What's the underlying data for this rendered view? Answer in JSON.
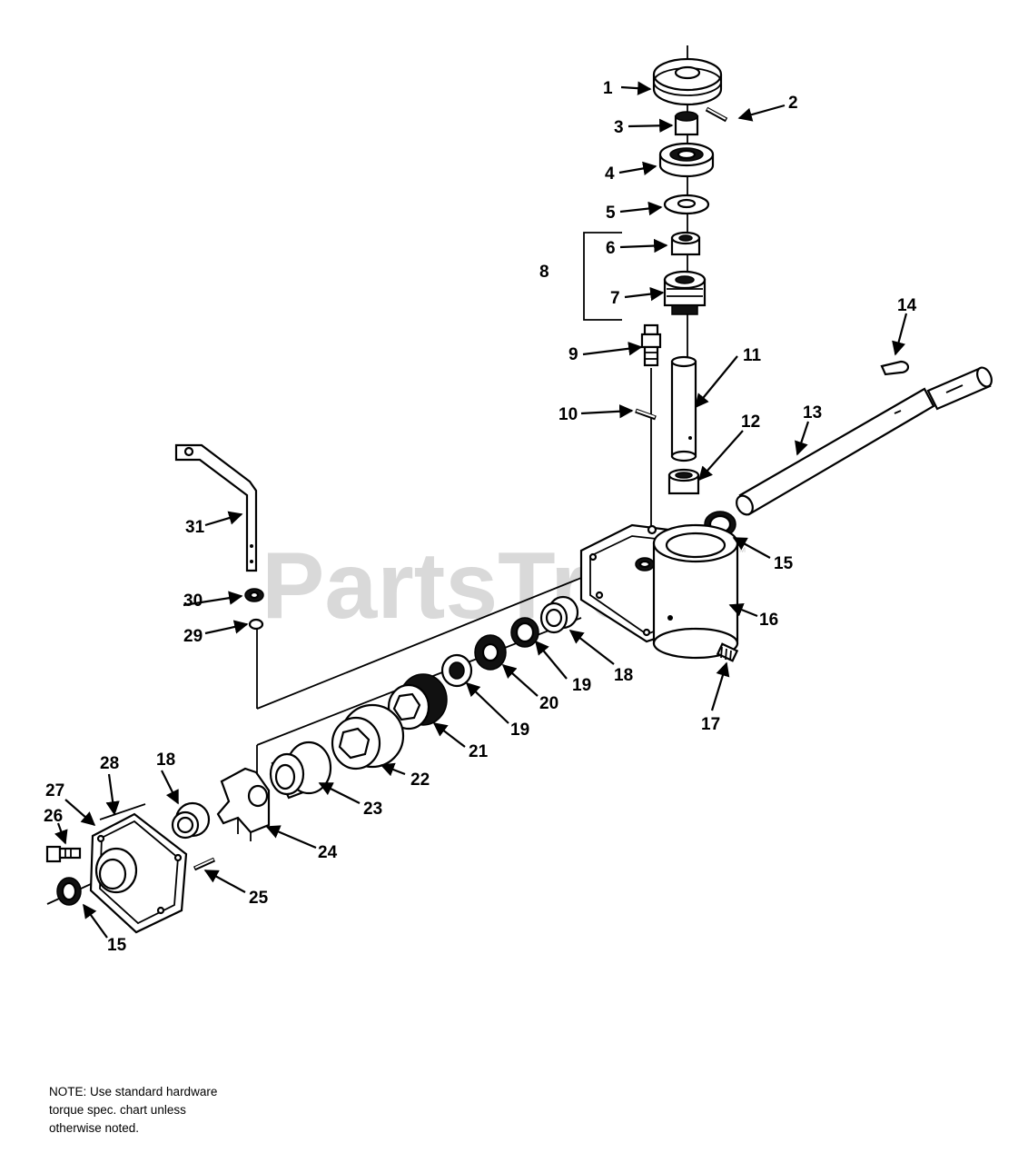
{
  "watermark": "PartsTree",
  "watermark_tm": "™",
  "callouts": [
    "1",
    "2",
    "3",
    "4",
    "5",
    "6",
    "7",
    "8",
    "9",
    "10",
    "11",
    "12",
    "13",
    "14",
    "15",
    "15",
    "16",
    "17",
    "18",
    "18",
    "19",
    "19",
    "20",
    "21",
    "22",
    "23",
    "24",
    "25",
    "26",
    "27",
    "28",
    "29",
    "30",
    "31"
  ],
  "note": {
    "line1": "NOTE: Use standard hardware",
    "line2": "torque spec. chart unless",
    "line3": "otherwise noted."
  }
}
